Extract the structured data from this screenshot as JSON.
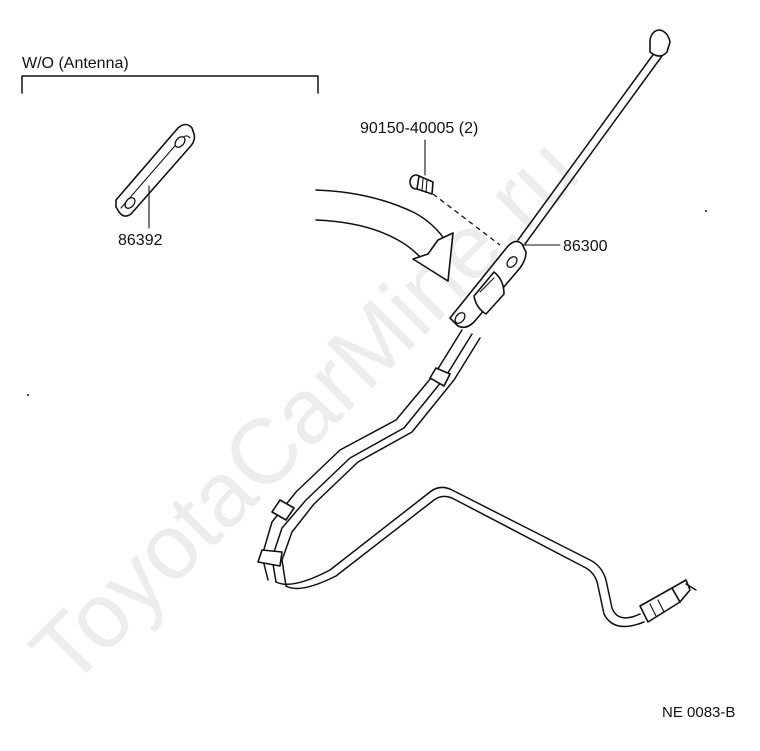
{
  "diagram": {
    "group_label": "W/O (Antenna)",
    "parts": {
      "cover_plate": "86392",
      "antenna_assembly": "86300",
      "screw": "90150-40005 (2)"
    },
    "figure_code": "NE 0083-B",
    "watermark": "ToyotaCarMine.ru"
  }
}
